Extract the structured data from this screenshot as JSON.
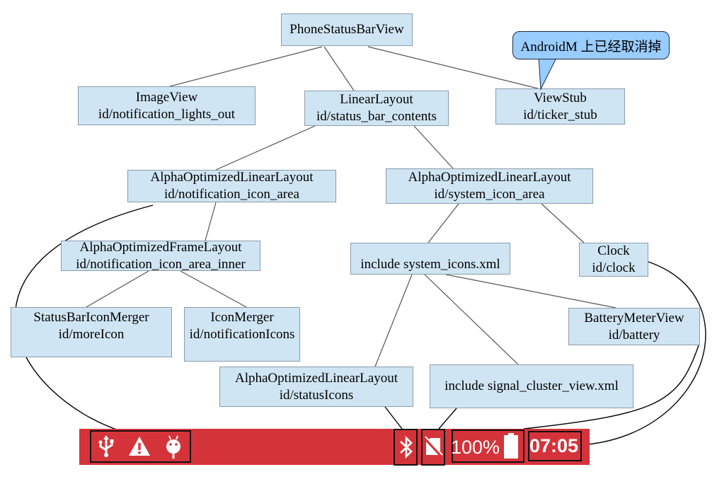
{
  "nodes": {
    "phone_status_bar_view": [
      "PhoneStatusBarView"
    ],
    "image_view": [
      "ImageView",
      "id/notification_lights_out"
    ],
    "linear_layout": [
      "LinearLayout",
      "id/status_bar_contents"
    ],
    "view_stub": [
      "ViewStub",
      "id/ticker_stub"
    ],
    "notification_icon_area": [
      "AlphaOptimizedLinearLayout",
      "id/notification_icon_area"
    ],
    "system_icon_area": [
      "AlphaOptimizedLinearLayout",
      "id/system_icon_area"
    ],
    "notification_icon_area_inner": [
      "AlphaOptimizedFrameLayout",
      "id/notification_icon_area_inner"
    ],
    "system_icons_include": [
      "include system_icons.xml"
    ],
    "clock": [
      "Clock",
      "id/clock"
    ],
    "status_bar_icon_merger": [
      "StatusBarIconMerger",
      "id/moreIcon"
    ],
    "icon_merger": [
      "IconMerger",
      "id/notificationIcons"
    ],
    "battery_meter_view": [
      "BatteryMeterView",
      "id/battery"
    ],
    "status_icons": [
      "AlphaOptimizedLinearLayout",
      "id/statusIcons"
    ],
    "signal_cluster_include": [
      "include signal_cluster_view.xml"
    ]
  },
  "callout": "AndroidM  上已经取消掉",
  "status_bar": {
    "battery_percent": "100%",
    "time": "07:05",
    "bar_color": "#d5333a",
    "left_icons": [
      "usb-icon",
      "warning-icon",
      "android-debug-icon"
    ],
    "right_icons": [
      "bluetooth-icon",
      "no-sim-icon",
      "battery-icon"
    ]
  },
  "colors": {
    "node_fill": "#d0e5f3",
    "callout_fill": "#99ccff"
  }
}
